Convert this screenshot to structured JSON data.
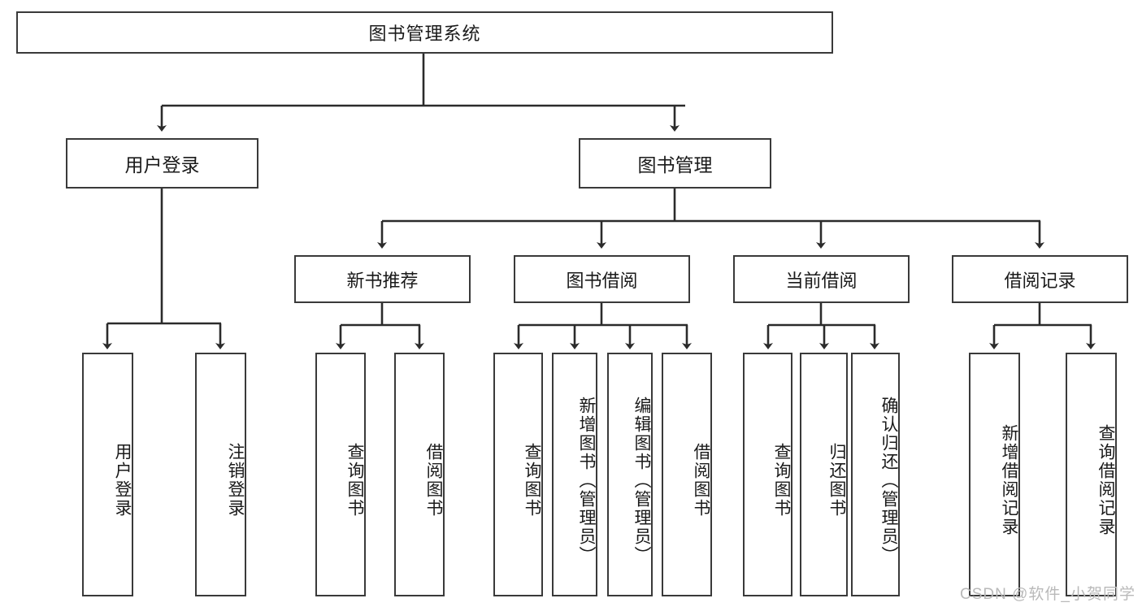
{
  "diagram": {
    "title": "图书管理系统",
    "type": "tree",
    "watermark": "CSDN @软件_小贺同学",
    "levels": {
      "root": {
        "label": "图书管理系统"
      },
      "level1": [
        {
          "label": "用户登录"
        },
        {
          "label": "图书管理"
        }
      ],
      "level2": [
        {
          "label": "新书推荐"
        },
        {
          "label": "图书借阅"
        },
        {
          "label": "当前借阅"
        },
        {
          "label": "借阅记录"
        }
      ],
      "leaves": [
        {
          "label": "用户登录",
          "parent": "用户登录"
        },
        {
          "label": "注销登录",
          "parent": "用户登录"
        },
        {
          "label": "查询图书",
          "parent": "新书推荐"
        },
        {
          "label": "借阅图书",
          "parent": "新书推荐"
        },
        {
          "label": "查询图书",
          "parent": "图书借阅"
        },
        {
          "label": "新增图书（管理员）",
          "parent": "图书借阅"
        },
        {
          "label": "编辑图书（管理员）",
          "parent": "图书借阅"
        },
        {
          "label": "借阅图书",
          "parent": "图书借阅"
        },
        {
          "label": "查询图书",
          "parent": "当前借阅"
        },
        {
          "label": "归还图书",
          "parent": "当前借阅"
        },
        {
          "label": "确认归还（管理员）",
          "parent": "当前借阅"
        },
        {
          "label": "新增借阅记录",
          "parent": "借阅记录"
        },
        {
          "label": "查询借阅记录",
          "parent": "借阅记录"
        }
      ]
    },
    "colors": {
      "border": "#3a3a3a",
      "background": "#ffffff",
      "text": "#1a1a1a",
      "watermark": "#b9b9b9"
    }
  }
}
